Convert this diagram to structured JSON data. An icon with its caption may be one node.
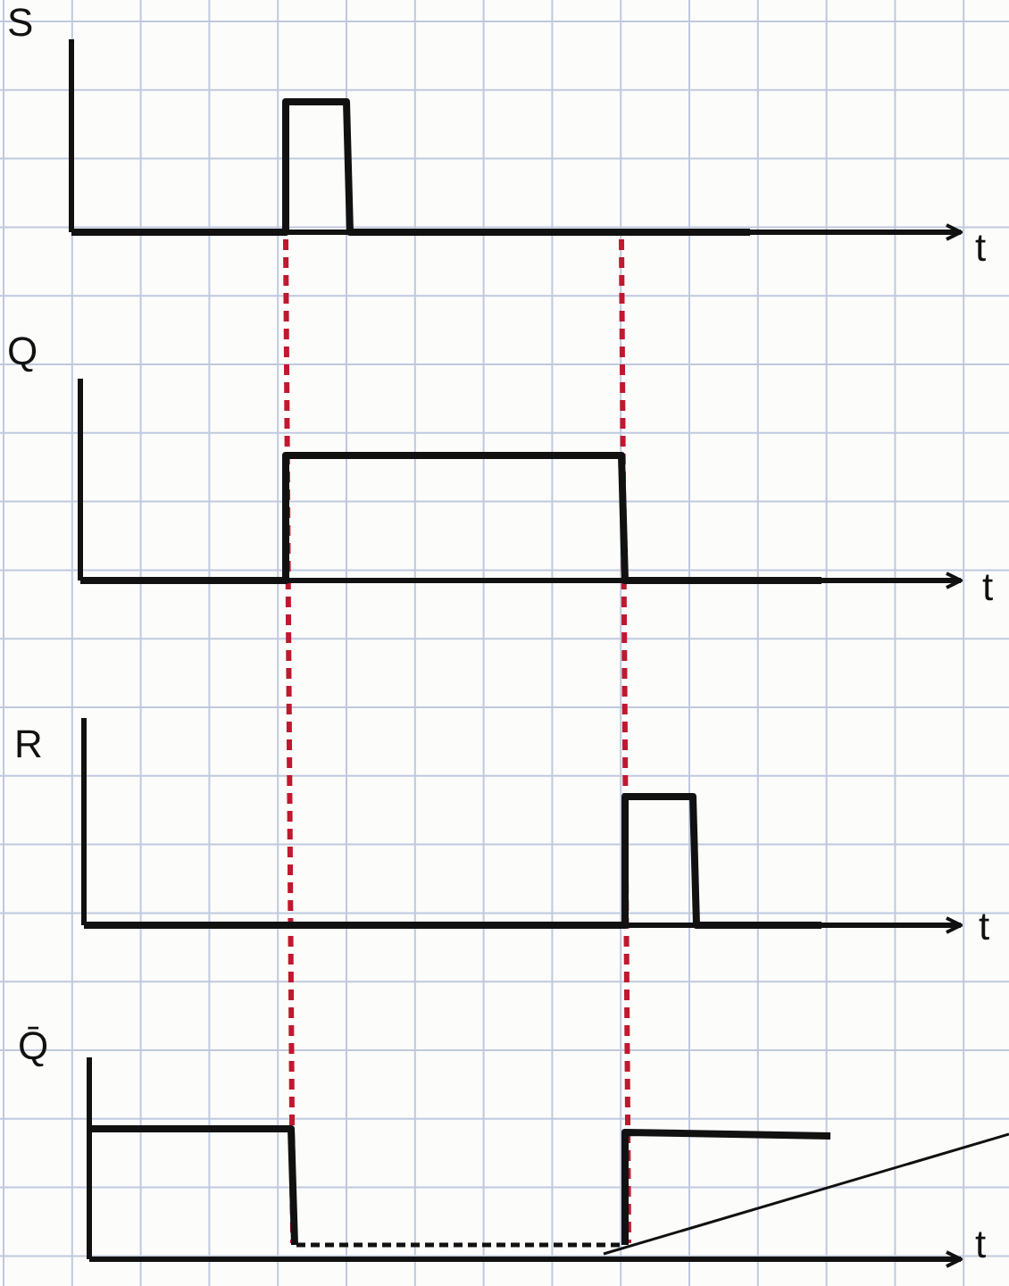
{
  "diagram": {
    "labels": [
      "S",
      "t",
      "Q",
      "t",
      "R",
      "t",
      "Q̄",
      "t"
    ]
  }
}
